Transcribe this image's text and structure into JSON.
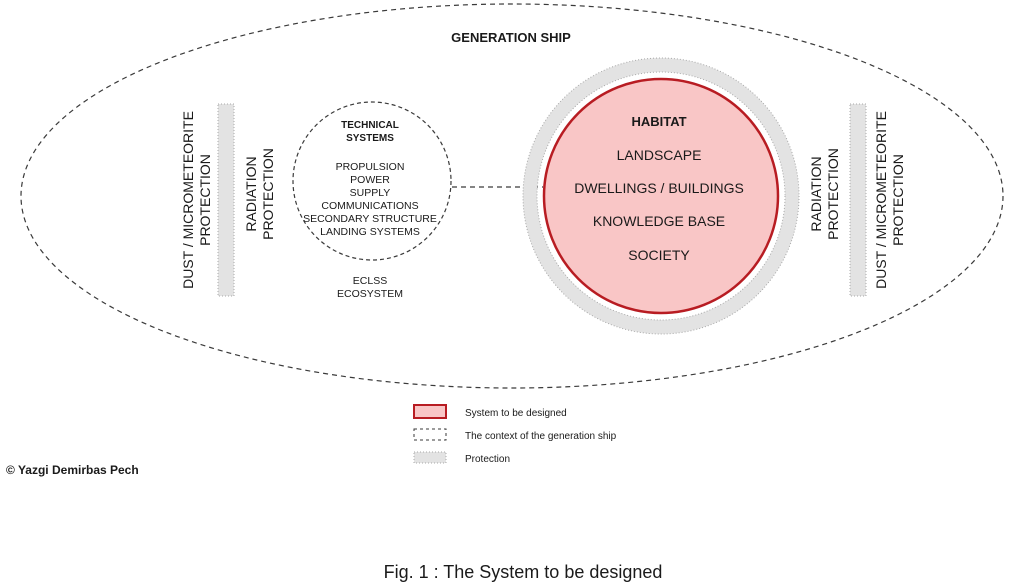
{
  "title": "GENERATION SHIP",
  "technical": {
    "heading_line1": "TECHNICAL",
    "heading_line2": "SYSTEMS",
    "items": [
      "PROPULSION",
      "POWER",
      "SUPPLY",
      "COMMUNICATIONS",
      "SECONDARY STRUCTURE",
      "LANDING SYSTEMS"
    ],
    "outer_items": [
      "ECLSS",
      "ECOSYSTEM"
    ]
  },
  "habitat": {
    "heading": "HABITAT",
    "items": [
      "LANDSCAPE",
      "DWELLINGS / BUILDINGS",
      "KNOWLEDGE BASE",
      "SOCIETY"
    ]
  },
  "protection_labels": {
    "dust_line1": "DUST / MICROMETEORITE",
    "dust_line2": "PROTECTION",
    "radiation_line1": "RADIATION",
    "radiation_line2": "PROTECTION"
  },
  "legend": [
    {
      "label": "System to be designed"
    },
    {
      "label": "The context of the generation ship"
    },
    {
      "label": "Protection"
    }
  ],
  "copyright": "© Yazgi Demirbas Pech",
  "caption": "Fig. 1 : The System to be designed",
  "colors": {
    "habitat_fill": "#f9c6c6",
    "habitat_stroke": "#b81c22",
    "protection_fill": "#e3e3e3",
    "protection_dots": "#a8a8a8",
    "dashed": "#3a3a3a"
  }
}
